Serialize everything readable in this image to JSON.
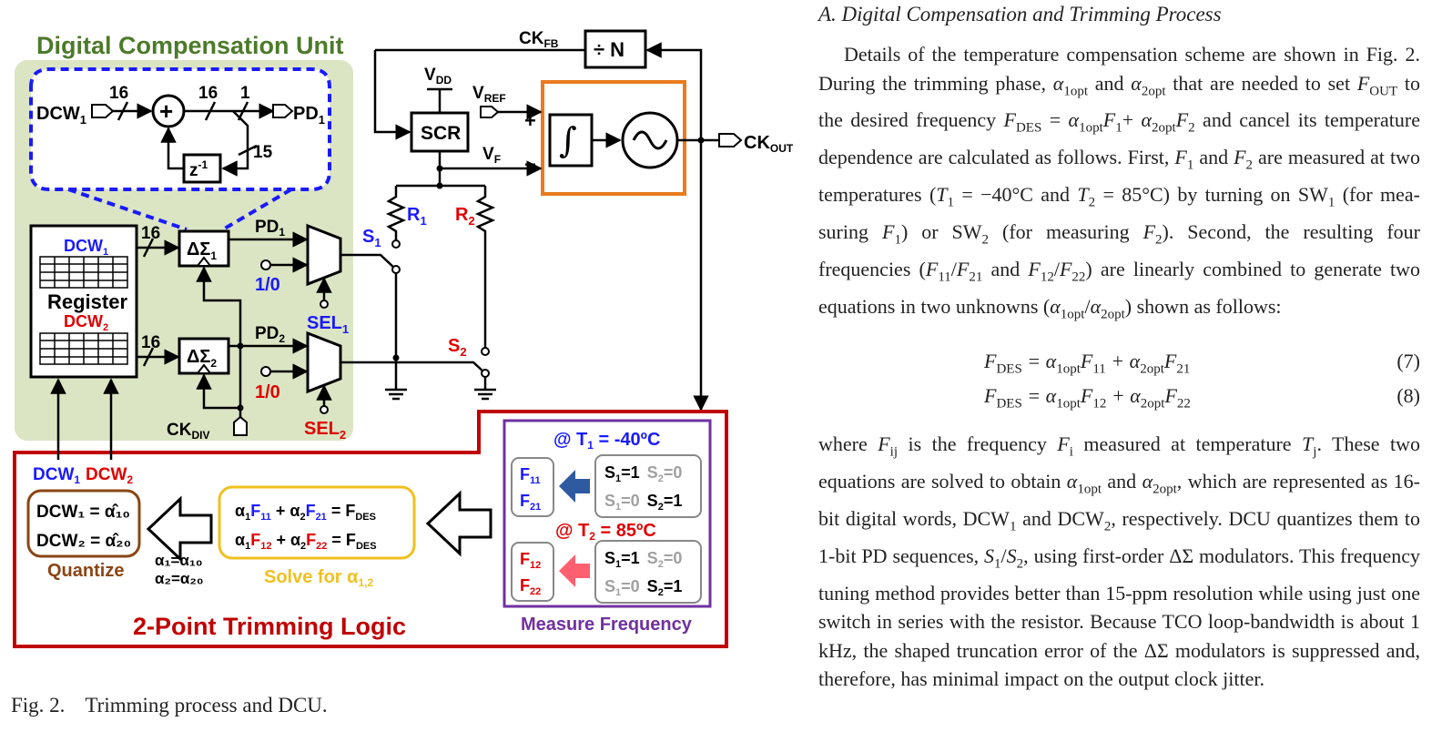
{
  "figure": {
    "dcu_title": "Digital Compensation Unit",
    "dcw1_in": "DCW",
    "dcw1_in_sub": "1",
    "pd1_out": "PD",
    "pd1_out_sub": "1",
    "bus16a": "16",
    "bus16b": "16",
    "bus1": "1",
    "bus15": "15",
    "delay": "z",
    "delay_sup": "-1",
    "register_label": "Register",
    "reg_dcw1": "DCW",
    "reg_dcw1_sub": "1",
    "reg_dcw2": "DCW",
    "reg_dcw2_sub": "2",
    "bus16c": "16",
    "bus16d": "16",
    "ds1": "ΔΣ",
    "ds1_sub": "1",
    "ds2": "ΔΣ",
    "ds2_sub": "2",
    "pd1": "PD",
    "pd1_sub": "1",
    "pd2": "PD",
    "pd2_sub": "2",
    "one_zero_1": "1/0",
    "one_zero_2": "1/0",
    "sel1": "SEL",
    "sel1_sub": "1",
    "sel2": "SEL",
    "sel2_sub": "2",
    "s1": "S",
    "s1_sub": "1",
    "s2": "S",
    "s2_sub": "2",
    "ckdiv": "CK",
    "ckdiv_sub": "DIV",
    "ckfb": "CK",
    "ckfb_sub": "FB",
    "divider": "÷ N",
    "vdd": "V",
    "vdd_sub": "DD",
    "vref": "V",
    "vref_sub": "REF",
    "vf": "V",
    "vf_sub": "F",
    "scr": "SCR",
    "plus": "+",
    "minus": "−",
    "integrator": "∫",
    "ckout": "CK",
    "ckout_sub": "OUT",
    "r1": "R",
    "r1_sub": "1",
    "r2": "R",
    "r2_sub": "2",
    "dcw_out1": "DCW",
    "dcw_out1_sub": "1",
    "dcw_out2": "DCW",
    "dcw_out2_sub": "2",
    "quantize_line1": "DCW₁ = α̂₁₀",
    "quantize_line2": "DCW₂ = α̂₂₀",
    "quantize_label": "Quantize",
    "alpha1_eq": "α₁=α₁₀",
    "alpha2_eq": "α₂=α₂₀",
    "solve_eq1_a": "α",
    "solve_eq1_a_sub": "1",
    "solve_eq1_f1": "F",
    "solve_eq1_f1_sub": "11",
    "solve_eq1_plus": " + α",
    "solve_eq1_plus_sub": "2",
    "solve_eq1_f2": "F",
    "solve_eq1_f2_sub": "21",
    "solve_eq1_rhs": " = F",
    "solve_eq1_rhs_sub": "DES",
    "solve_eq2_a": "α",
    "solve_eq2_a_sub": "1",
    "solve_eq2_f1": "F",
    "solve_eq2_f1_sub": "12",
    "solve_eq2_plus": " + α",
    "solve_eq2_plus_sub": "2",
    "solve_eq2_f2": "F",
    "solve_eq2_f2_sub": "22",
    "solve_eq2_rhs": " = F",
    "solve_eq2_rhs_sub": "DES",
    "solve_label": "Solve for α",
    "solve_label_sub": "1,2",
    "t1_label": "@ T",
    "t1_sub": "1",
    "t1_val": " = -40ºC",
    "t2_label": "@ T",
    "t2_sub": "2",
    "t2_val": " = 85ºC",
    "f11": "F",
    "f11_sub": "11",
    "f21": "F",
    "f21_sub": "21",
    "f12": "F",
    "f12_sub": "12",
    "f22": "F",
    "f22_sub": "22",
    "sw_on1": "S",
    "sw_on1_sub": "1",
    "sw_on1_val": "=1",
    "sw_off2": "S",
    "sw_off2_sub": "2",
    "sw_off2_val": "=0",
    "sw_off1": "S",
    "sw_off1_sub": "1",
    "sw_off1_val": "=0",
    "sw_on2": "S",
    "sw_on2_sub": "2",
    "sw_on2_val": "=1",
    "measure_label": "Measure Frequency",
    "trim_label": "2-Point Trimming Logic"
  },
  "caption": {
    "fig": "Fig. 2.",
    "text": "Trimming process and DCU."
  },
  "section_title": "A. Digital Compensation and Trimming Process",
  "colors": {
    "green_fill": "#dbe5c4",
    "blue": "#1a1aff",
    "red": "#e00000",
    "orange": "#e87b1f",
    "purple": "#7030a0",
    "brown": "#8b4513",
    "gold": "#f0c020",
    "gray": "#a0a0a0",
    "dark_blue_arrow": "#2e5aa0",
    "pink_arrow": "#ff6070"
  },
  "text": {
    "p1": {
      "t0": "Details of the temperature compensation scheme are shown in Fig. 2. During the trimming phase, ",
      "a1": "α",
      "a1s": "1opt",
      "t1": " and ",
      "a2": "α",
      "a2s": "2opt",
      "t2": " that are needed to set ",
      "f": "F",
      "fs": "OUT",
      "t3": " to the desired frequency ",
      "fd": "F",
      "fds": "DES",
      "t4": " = ",
      "a3": "α",
      "a3s": "1opt",
      "f1": "F",
      "f1s": "1",
      "t5": "+ ",
      "a4": "α",
      "a4s": "2opt",
      "f2": "F",
      "f2s": "2",
      "t6": " and cancel its temperature dependence are calculated as follows. First, ",
      "f3": "F",
      "f3s": "1",
      "t7": " and ",
      "f4": "F",
      "f4s": "2",
      "t8": " are measured at two temperatures (",
      "tt1": "T",
      "tt1s": "1",
      "t9": " = −40°C and ",
      "tt2": "T",
      "tt2s": "2",
      "t10": " = 85°C) by turning on SW",
      "sw1s": "1",
      "t11": " (for mea-suring ",
      "f5": "F",
      "f5s": "1",
      "t12": ") or SW",
      "sw2s": "2",
      "t13": " (for measuring ",
      "f6": "F",
      "f6s": "2",
      "t14": "). Second, the resulting four frequencies (",
      "f7": "F",
      "f7s": "11",
      "t15": "/",
      "f8": "F",
      "f8s": "21",
      "t16": " and ",
      "f9": "F",
      "f9s": "12",
      "t17": "/",
      "f10": "F",
      "f10s": "22",
      "t18": ") are linearly combined to generate two equations in two unknowns (",
      "a5": "α",
      "a5s": "1opt",
      "t19": "/",
      "a6": "α",
      "a6s": "2opt",
      "t20": ") shown as follows:"
    },
    "eq7": {
      "f": "F",
      "fs": "DES",
      "eq": " = ",
      "a": "α",
      "as": "1opt",
      "x": "F",
      "xs": "11",
      "plus": " + ",
      "b": "α",
      "bs": "2opt",
      "y": "F",
      "ys": "21",
      "num": "(7)"
    },
    "eq8": {
      "f": "F",
      "fs": "DES",
      "eq": " = ",
      "a": "α",
      "as": "1opt",
      "x": "F",
      "xs": "12",
      "plus": " + ",
      "b": "α",
      "bs": "2opt",
      "y": "F",
      "ys": "22",
      "num": "(8)"
    },
    "p2": {
      "t0": "where ",
      "f": "F",
      "fs": "ij",
      "t1": " is the frequency ",
      "fi": "F",
      "fis": "i",
      "t2": " measured at temperature ",
      "tj": "T",
      "tjs": "j",
      "t3": ". These two equations are solved to obtain ",
      "a1": "α",
      "a1s": "1opt",
      "t4": " and ",
      "a2": "α",
      "a2s": "2opt",
      "t5": ", which are represented as 16-bit digital words, DCW",
      "d1s": "1",
      "t6": " and DCW",
      "d2s": "2",
      "t7": ", respectively. DCU quantizes them to 1-bit PD sequences, ",
      "s1": "S",
      "s1s": "1",
      "t8": "/",
      "s2": "S",
      "s2s": "2",
      "t9": ", using first-order ΔΣ modulators. This frequency tuning method provides better than 15-ppm resolution while using just one switch in series with the resistor. Because TCO loop-bandwidth is about 1 kHz, the shaped truncation error of the ΔΣ modulators is suppressed and, therefore, has minimal impact on the output clock jitter."
    }
  }
}
